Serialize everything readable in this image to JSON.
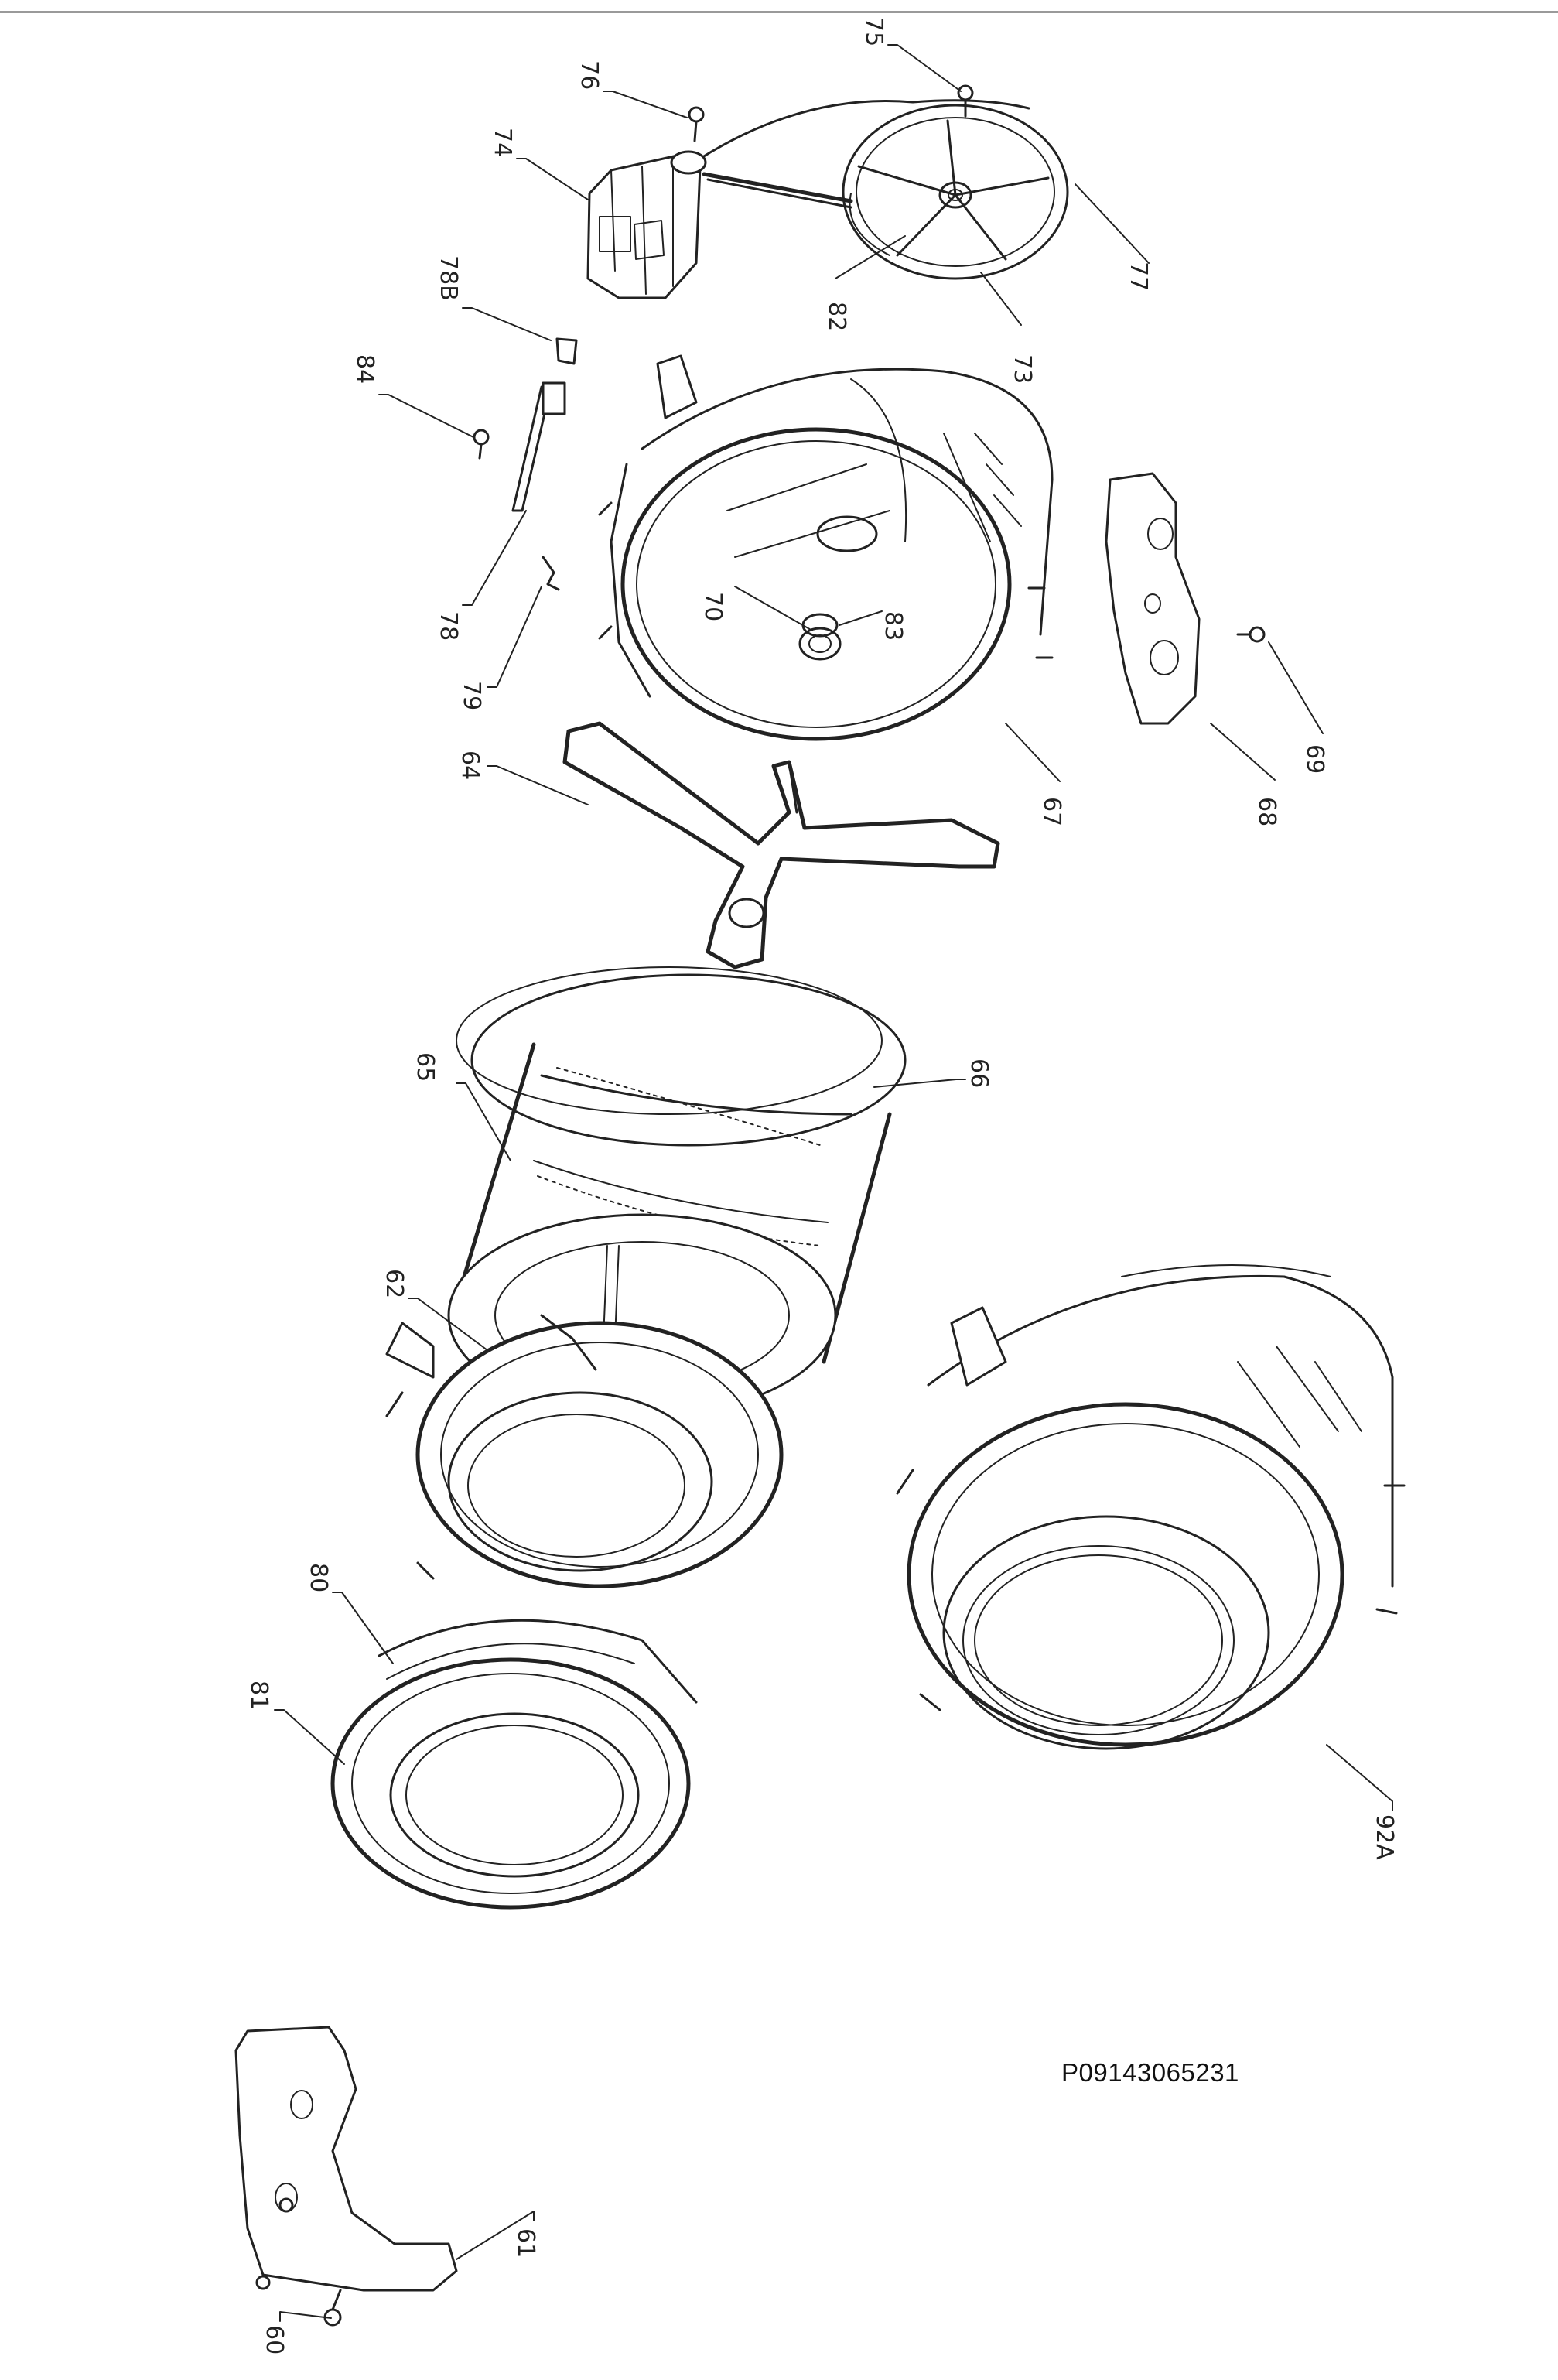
{
  "diagram": {
    "drawing_code": "P09143065231",
    "callouts": [
      {
        "id": "c75",
        "text": "75"
      },
      {
        "id": "c76",
        "text": "76"
      },
      {
        "id": "c74",
        "text": "74"
      },
      {
        "id": "c77",
        "text": "77"
      },
      {
        "id": "c78B",
        "text": "78B"
      },
      {
        "id": "c82",
        "text": "82"
      },
      {
        "id": "c73",
        "text": "73"
      },
      {
        "id": "c84",
        "text": "84"
      },
      {
        "id": "c78",
        "text": "78"
      },
      {
        "id": "c70",
        "text": "70"
      },
      {
        "id": "c83",
        "text": "83"
      },
      {
        "id": "c79",
        "text": "79"
      },
      {
        "id": "c64",
        "text": "64"
      },
      {
        "id": "c67",
        "text": "67"
      },
      {
        "id": "c68",
        "text": "68"
      },
      {
        "id": "c69",
        "text": "69"
      },
      {
        "id": "c65",
        "text": "65"
      },
      {
        "id": "c66",
        "text": "66"
      },
      {
        "id": "c62",
        "text": "62"
      },
      {
        "id": "c80",
        "text": "80"
      },
      {
        "id": "c81",
        "text": "81"
      },
      {
        "id": "c92A",
        "text": "92A"
      },
      {
        "id": "c61",
        "text": "61"
      },
      {
        "id": "c60",
        "text": "60"
      }
    ]
  }
}
